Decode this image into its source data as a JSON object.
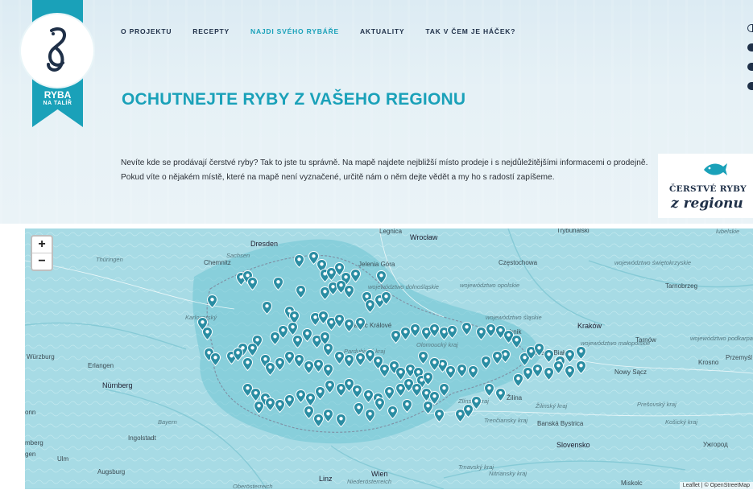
{
  "logo": {
    "line1": "RYBA",
    "line2": "NA TALÍŘ",
    "brand_color": "#1aa1b9"
  },
  "nav": [
    {
      "label": "O PROJEKTU",
      "active": false
    },
    {
      "label": "RECEPTY",
      "active": false
    },
    {
      "label": "NAJDI SVÉHO RYBÁŘE",
      "active": true
    },
    {
      "label": "AKTUALITY",
      "active": false
    },
    {
      "label": "TAK V ČEM JE HÁČEK?",
      "active": false
    }
  ],
  "title": "OCHUTNEJTE RYBY Z VAŠEHO REGIONU",
  "intro": "Nevíte kde se prodávají čerstvé ryby? Tak to jste tu správně. Na mapě najdete nejbližší místo prodeje i s nejdůležitějšími informacemi o prodejně. Pokud víte o nějakém místě, které na mapě není vyznačené, určitě nám o něm dejte vědět a my ho s radostí zapíšeme.",
  "badge": {
    "line1": "ČERSTVÉ RYBY",
    "line2": "z regionu"
  },
  "map": {
    "zoom_in": "+",
    "zoom_out": "−",
    "attribution": "Leaflet | © OpenStreetMap",
    "marker_color": "#2a8da3",
    "places": [
      {
        "name": "Dresden",
        "kind": "big"
      },
      {
        "name": "Wrocław",
        "kind": "big"
      },
      {
        "name": "Legnica",
        "kind": ""
      },
      {
        "name": "Jelenia Góra",
        "kind": ""
      },
      {
        "name": "Trybunalski",
        "kind": ""
      },
      {
        "name": "lubelskie",
        "kind": "it"
      },
      {
        "name": "Chemnitz",
        "kind": ""
      },
      {
        "name": "Sachsen",
        "kind": "it"
      },
      {
        "name": "Thüringen",
        "kind": "it"
      },
      {
        "name": "Częstochowa",
        "kind": ""
      },
      {
        "name": "województwo świętokrzyskie",
        "kind": "it"
      },
      {
        "name": "województwo dolnośląskie",
        "kind": "it"
      },
      {
        "name": "województwo opolskie",
        "kind": "it"
      },
      {
        "name": "Tarnobrzeg",
        "kind": ""
      },
      {
        "name": "województwo śląskie",
        "kind": "it"
      },
      {
        "name": "Kraków",
        "kind": "big"
      },
      {
        "name": "Tarnów",
        "kind": ""
      },
      {
        "name": "województwo małopolskie",
        "kind": "it"
      },
      {
        "name": "województwo podkarpackie",
        "kind": "it"
      },
      {
        "name": "Rybnik",
        "kind": ""
      },
      {
        "name": "Bielsko-Biała",
        "kind": ""
      },
      {
        "name": "Krosno",
        "kind": ""
      },
      {
        "name": "Przemyśl",
        "kind": ""
      },
      {
        "name": "Nowy Sącz",
        "kind": ""
      },
      {
        "name": "Karlovarský",
        "kind": "it"
      },
      {
        "name": "Würzburg",
        "kind": ""
      },
      {
        "name": "Erlangen",
        "kind": ""
      },
      {
        "name": "Nürnberg",
        "kind": "big"
      },
      {
        "name": "Hradec Králové",
        "kind": ""
      },
      {
        "name": "Pardubický kraj",
        "kind": "it"
      },
      {
        "name": "Olomoucký kraj",
        "kind": "it"
      },
      {
        "name": "Zlínský kraj",
        "kind": "it"
      },
      {
        "name": "Žilina",
        "kind": ""
      },
      {
        "name": "Žilinský kraj",
        "kind": "it"
      },
      {
        "name": "Trenčiansky kraj",
        "kind": "it"
      },
      {
        "name": "Prešovský kraj",
        "kind": "it"
      },
      {
        "name": "Košický kraj",
        "kind": "it"
      },
      {
        "name": "Banská Bystrica",
        "kind": ""
      },
      {
        "name": "Slovensko",
        "kind": "big"
      },
      {
        "name": "Ужгород",
        "kind": ""
      },
      {
        "name": "Bayern",
        "kind": "it"
      },
      {
        "name": "Ingolstadt",
        "kind": ""
      },
      {
        "name": "Ulm",
        "kind": ""
      },
      {
        "name": "Augsburg",
        "kind": ""
      },
      {
        "name": "Linz",
        "kind": "big"
      },
      {
        "name": "Wien",
        "kind": "big"
      },
      {
        "name": "Niederösterreich",
        "kind": "it"
      },
      {
        "name": "Oberösterreich",
        "kind": "it"
      },
      {
        "name": "Trnavský kraj",
        "kind": "it"
      },
      {
        "name": "Nitriansky kraj",
        "kind": "it"
      },
      {
        "name": "Miskolc",
        "kind": ""
      },
      {
        "name": "onn",
        "kind": ""
      },
      {
        "name": "mberg",
        "kind": ""
      },
      {
        "name": "gen",
        "kind": ""
      }
    ]
  }
}
